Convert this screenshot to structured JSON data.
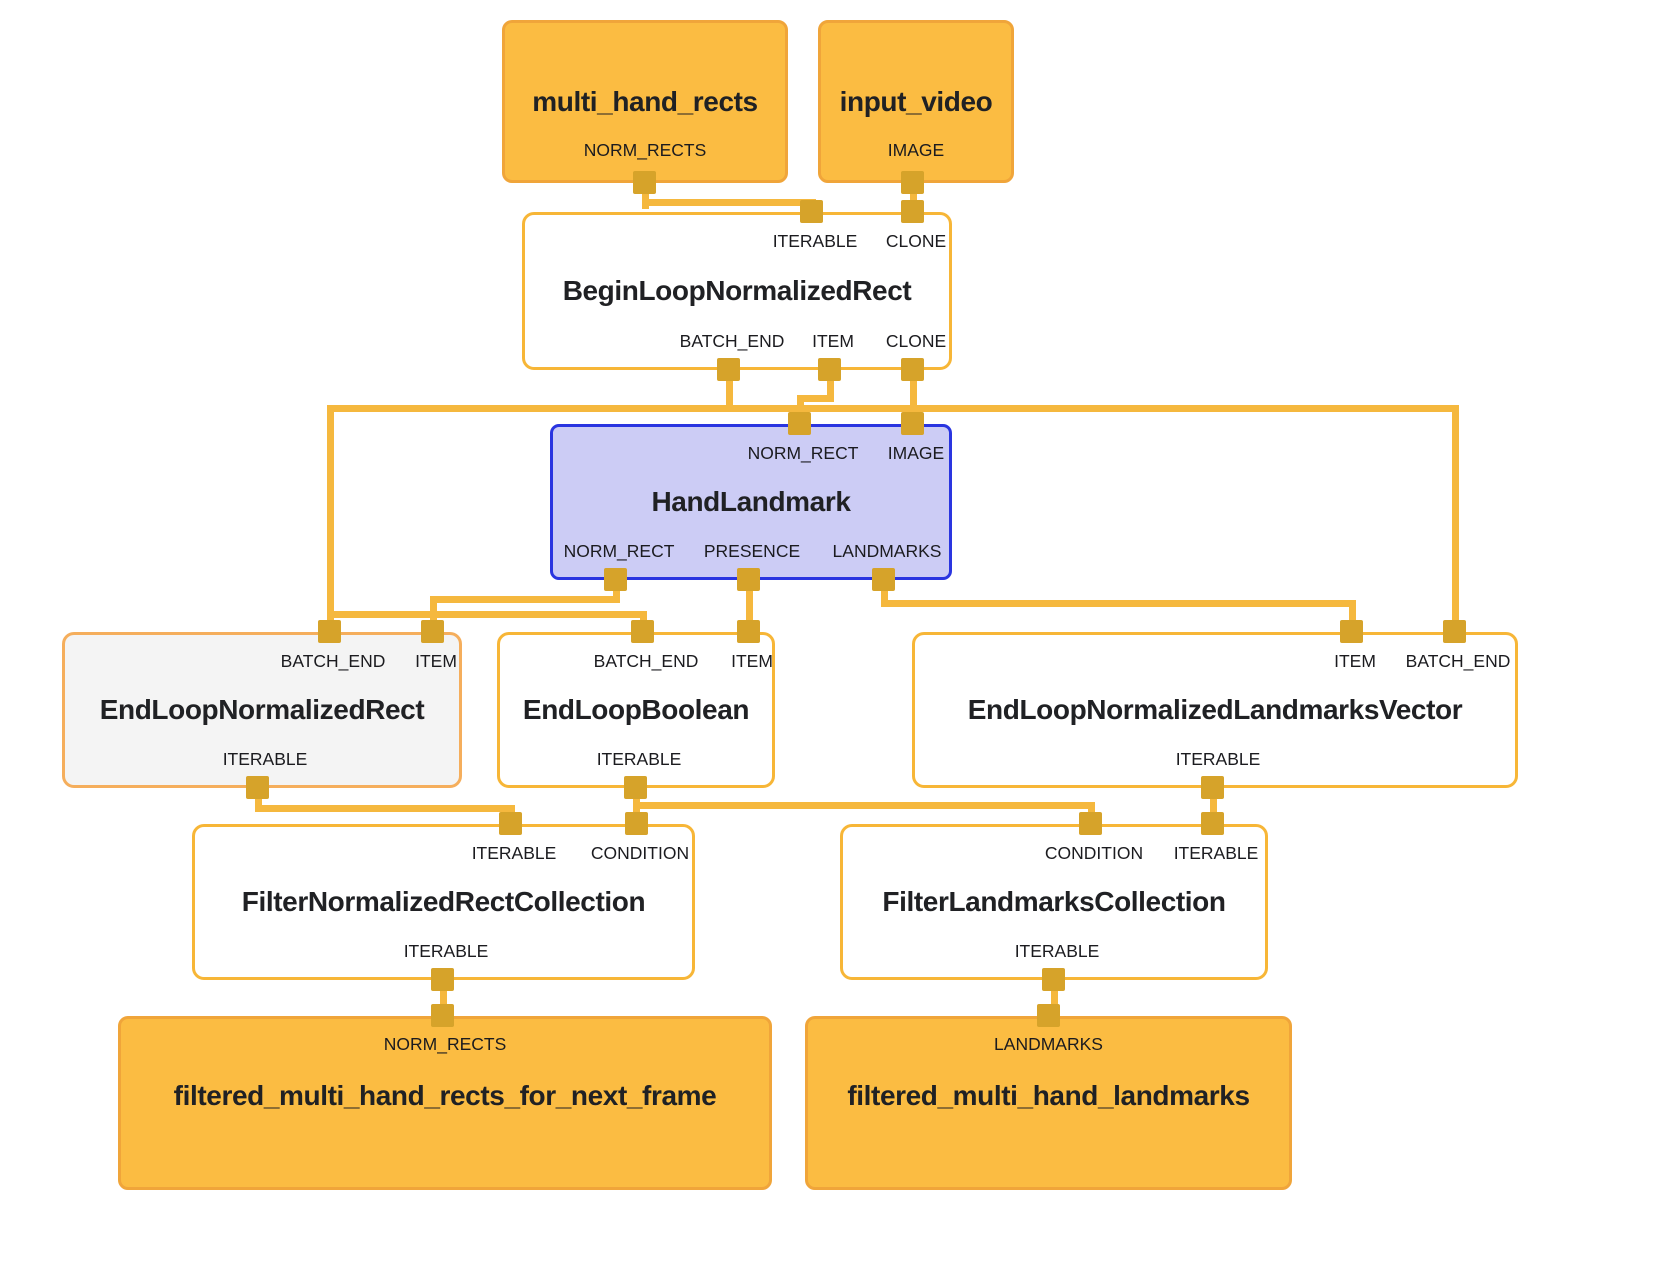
{
  "diagram": {
    "tool": "mediapipe-graph-visualizer",
    "colors": {
      "background": "#ffffff",
      "edge": "#f5b83e",
      "port": "#d6a32a",
      "packet_fill": "#fbbc42",
      "packet_border": "#f0a53a",
      "operator_border": "#f7b637",
      "selected_fill": "#ccccf5",
      "selected_border": "#2a35e0",
      "muted_fill": "#f4f4f4",
      "muted_border": "#f5ae5c",
      "text": "#202124"
    },
    "nodes": {
      "multi_hand_rects": {
        "title": "multi_hand_rects",
        "type": "input-stream",
        "outputs": [
          "NORM_RECTS"
        ]
      },
      "input_video": {
        "title": "input_video",
        "type": "input-stream",
        "outputs": [
          "IMAGE"
        ]
      },
      "begin_loop": {
        "title": "BeginLoopNormalizedRect",
        "type": "calculator",
        "inputs": [
          "ITERABLE",
          "CLONE"
        ],
        "outputs": [
          "BATCH_END",
          "ITEM",
          "CLONE"
        ]
      },
      "hand_landmark": {
        "title": "HandLandmark",
        "type": "calculator-selected",
        "inputs": [
          "NORM_RECT",
          "IMAGE"
        ],
        "outputs": [
          "NORM_RECT",
          "PRESENCE",
          "LANDMARKS"
        ]
      },
      "end_loop_rect": {
        "title": "EndLoopNormalizedRect",
        "type": "calculator-muted",
        "inputs": [
          "BATCH_END",
          "ITEM"
        ],
        "outputs": [
          "ITERABLE"
        ]
      },
      "end_loop_boolean": {
        "title": "EndLoopBoolean",
        "type": "calculator",
        "inputs": [
          "BATCH_END",
          "ITEM"
        ],
        "outputs": [
          "ITERABLE"
        ]
      },
      "end_loop_landmarks": {
        "title": "EndLoopNormalizedLandmarksVector",
        "type": "calculator",
        "inputs": [
          "ITEM",
          "BATCH_END"
        ],
        "outputs": [
          "ITERABLE"
        ]
      },
      "filter_rects": {
        "title": "FilterNormalizedRectCollection",
        "type": "calculator",
        "inputs": [
          "ITERABLE",
          "CONDITION"
        ],
        "outputs": [
          "ITERABLE"
        ]
      },
      "filter_landmarks": {
        "title": "FilterLandmarksCollection",
        "type": "calculator",
        "inputs": [
          "CONDITION",
          "ITERABLE"
        ],
        "outputs": [
          "ITERABLE"
        ]
      },
      "filtered_rects": {
        "title": "filtered_multi_hand_rects_for_next_frame",
        "type": "output-stream",
        "inputs": [
          "NORM_RECTS"
        ]
      },
      "filtered_landmarks": {
        "title": "filtered_multi_hand_landmarks",
        "type": "output-stream",
        "inputs": [
          "LANDMARKS"
        ]
      }
    },
    "connections": [
      {
        "from": "multi_hand_rects.NORM_RECTS",
        "to": "begin_loop.ITERABLE"
      },
      {
        "from": "input_video.IMAGE",
        "to": "begin_loop.CLONE"
      },
      {
        "from": "begin_loop.ITEM",
        "to": "hand_landmark.NORM_RECT"
      },
      {
        "from": "begin_loop.CLONE",
        "to": "hand_landmark.IMAGE"
      },
      {
        "from": "begin_loop.BATCH_END",
        "to": "end_loop_rect.BATCH_END"
      },
      {
        "from": "begin_loop.BATCH_END",
        "to": "end_loop_boolean.BATCH_END"
      },
      {
        "from": "begin_loop.BATCH_END",
        "to": "end_loop_landmarks.BATCH_END"
      },
      {
        "from": "hand_landmark.NORM_RECT",
        "to": "end_loop_rect.ITEM"
      },
      {
        "from": "hand_landmark.PRESENCE",
        "to": "end_loop_boolean.ITEM"
      },
      {
        "from": "hand_landmark.LANDMARKS",
        "to": "end_loop_landmarks.ITEM"
      },
      {
        "from": "end_loop_rect.ITERABLE",
        "to": "filter_rects.ITERABLE"
      },
      {
        "from": "end_loop_boolean.ITERABLE",
        "to": "filter_rects.CONDITION"
      },
      {
        "from": "end_loop_boolean.ITERABLE",
        "to": "filter_landmarks.CONDITION"
      },
      {
        "from": "end_loop_landmarks.ITERABLE",
        "to": "filter_landmarks.ITERABLE"
      },
      {
        "from": "filter_rects.ITERABLE",
        "to": "filtered_rects.NORM_RECTS"
      },
      {
        "from": "filter_landmarks.ITERABLE",
        "to": "filtered_landmarks.LANDMARKS"
      }
    ]
  }
}
